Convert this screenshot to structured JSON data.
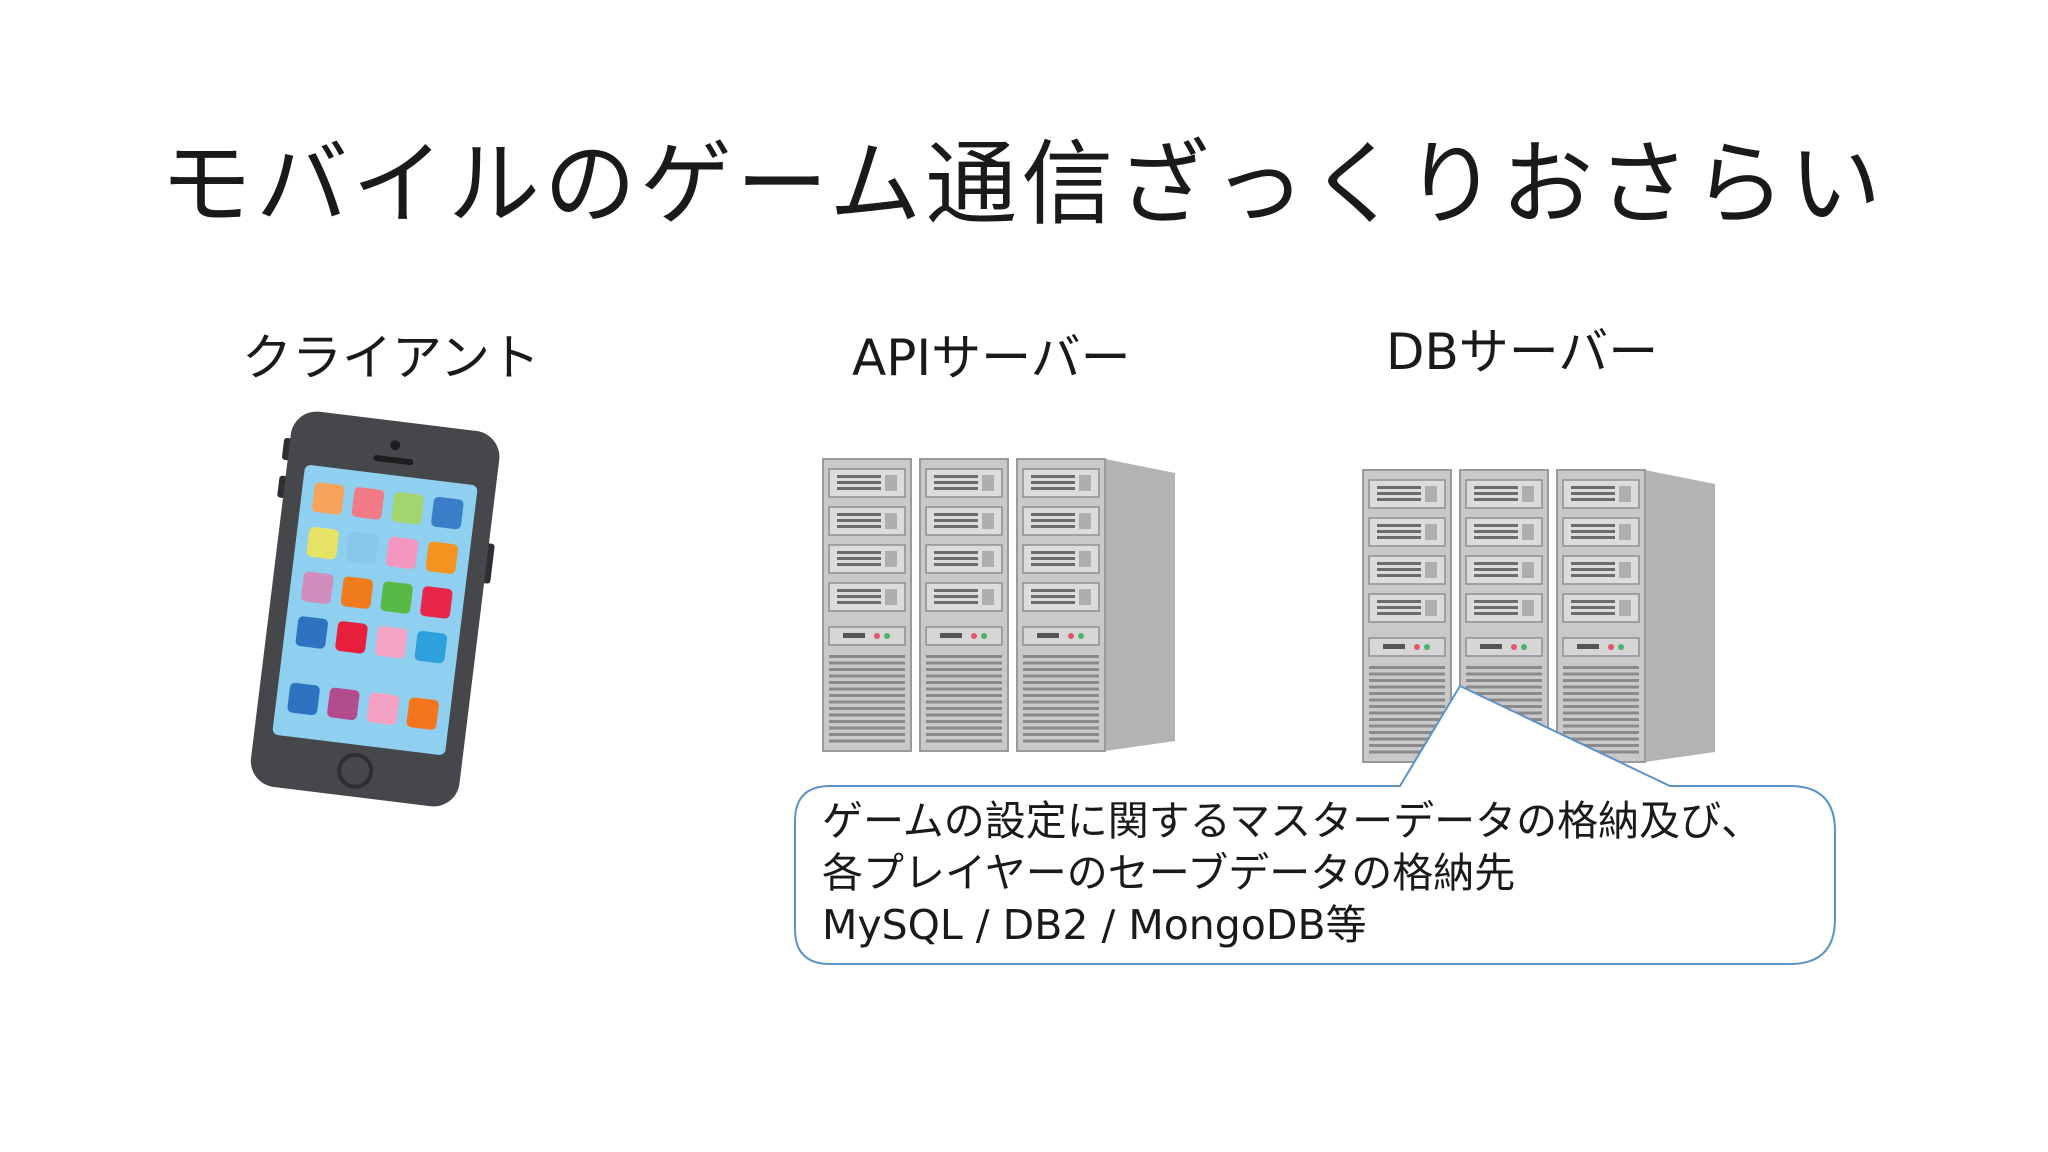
{
  "slide": {
    "title": "モバイルのゲーム通信ざっくりおさらい"
  },
  "columns": {
    "client": {
      "label": "クライアント",
      "icon": "smartphone-icon"
    },
    "api": {
      "label": "APIサーバー",
      "icon": "server-rack-icon"
    },
    "db": {
      "label": "DBサーバー",
      "icon": "server-rack-icon"
    }
  },
  "callout": {
    "lines": [
      "ゲームの設定に関するマスターデータの格納及び、",
      "各プレイヤーのセーブデータの格納先",
      "MySQL / DB2 / MongoDB等"
    ],
    "border_color": "#5b93c7"
  },
  "colors": {
    "phone_body": "#46474b",
    "screen": "#8fd0f0",
    "server_front": "#c9c9c9",
    "server_side": "#b3b3b3",
    "app_tiles": [
      "#f6a35c",
      "#f07a86",
      "#a3d66f",
      "#3a7ec8",
      "#e6e266",
      "#87c8ea",
      "#f197c0",
      "#f39420",
      "#d18dbe",
      "#f07c1c",
      "#59b947",
      "#e8254a",
      "#2f72c0",
      "#e81f3a",
      "#f5a6c6",
      "#2ea0db",
      "#2f72c0",
      "#b34b8f",
      "#f4a1c3",
      "#f5751f"
    ]
  }
}
